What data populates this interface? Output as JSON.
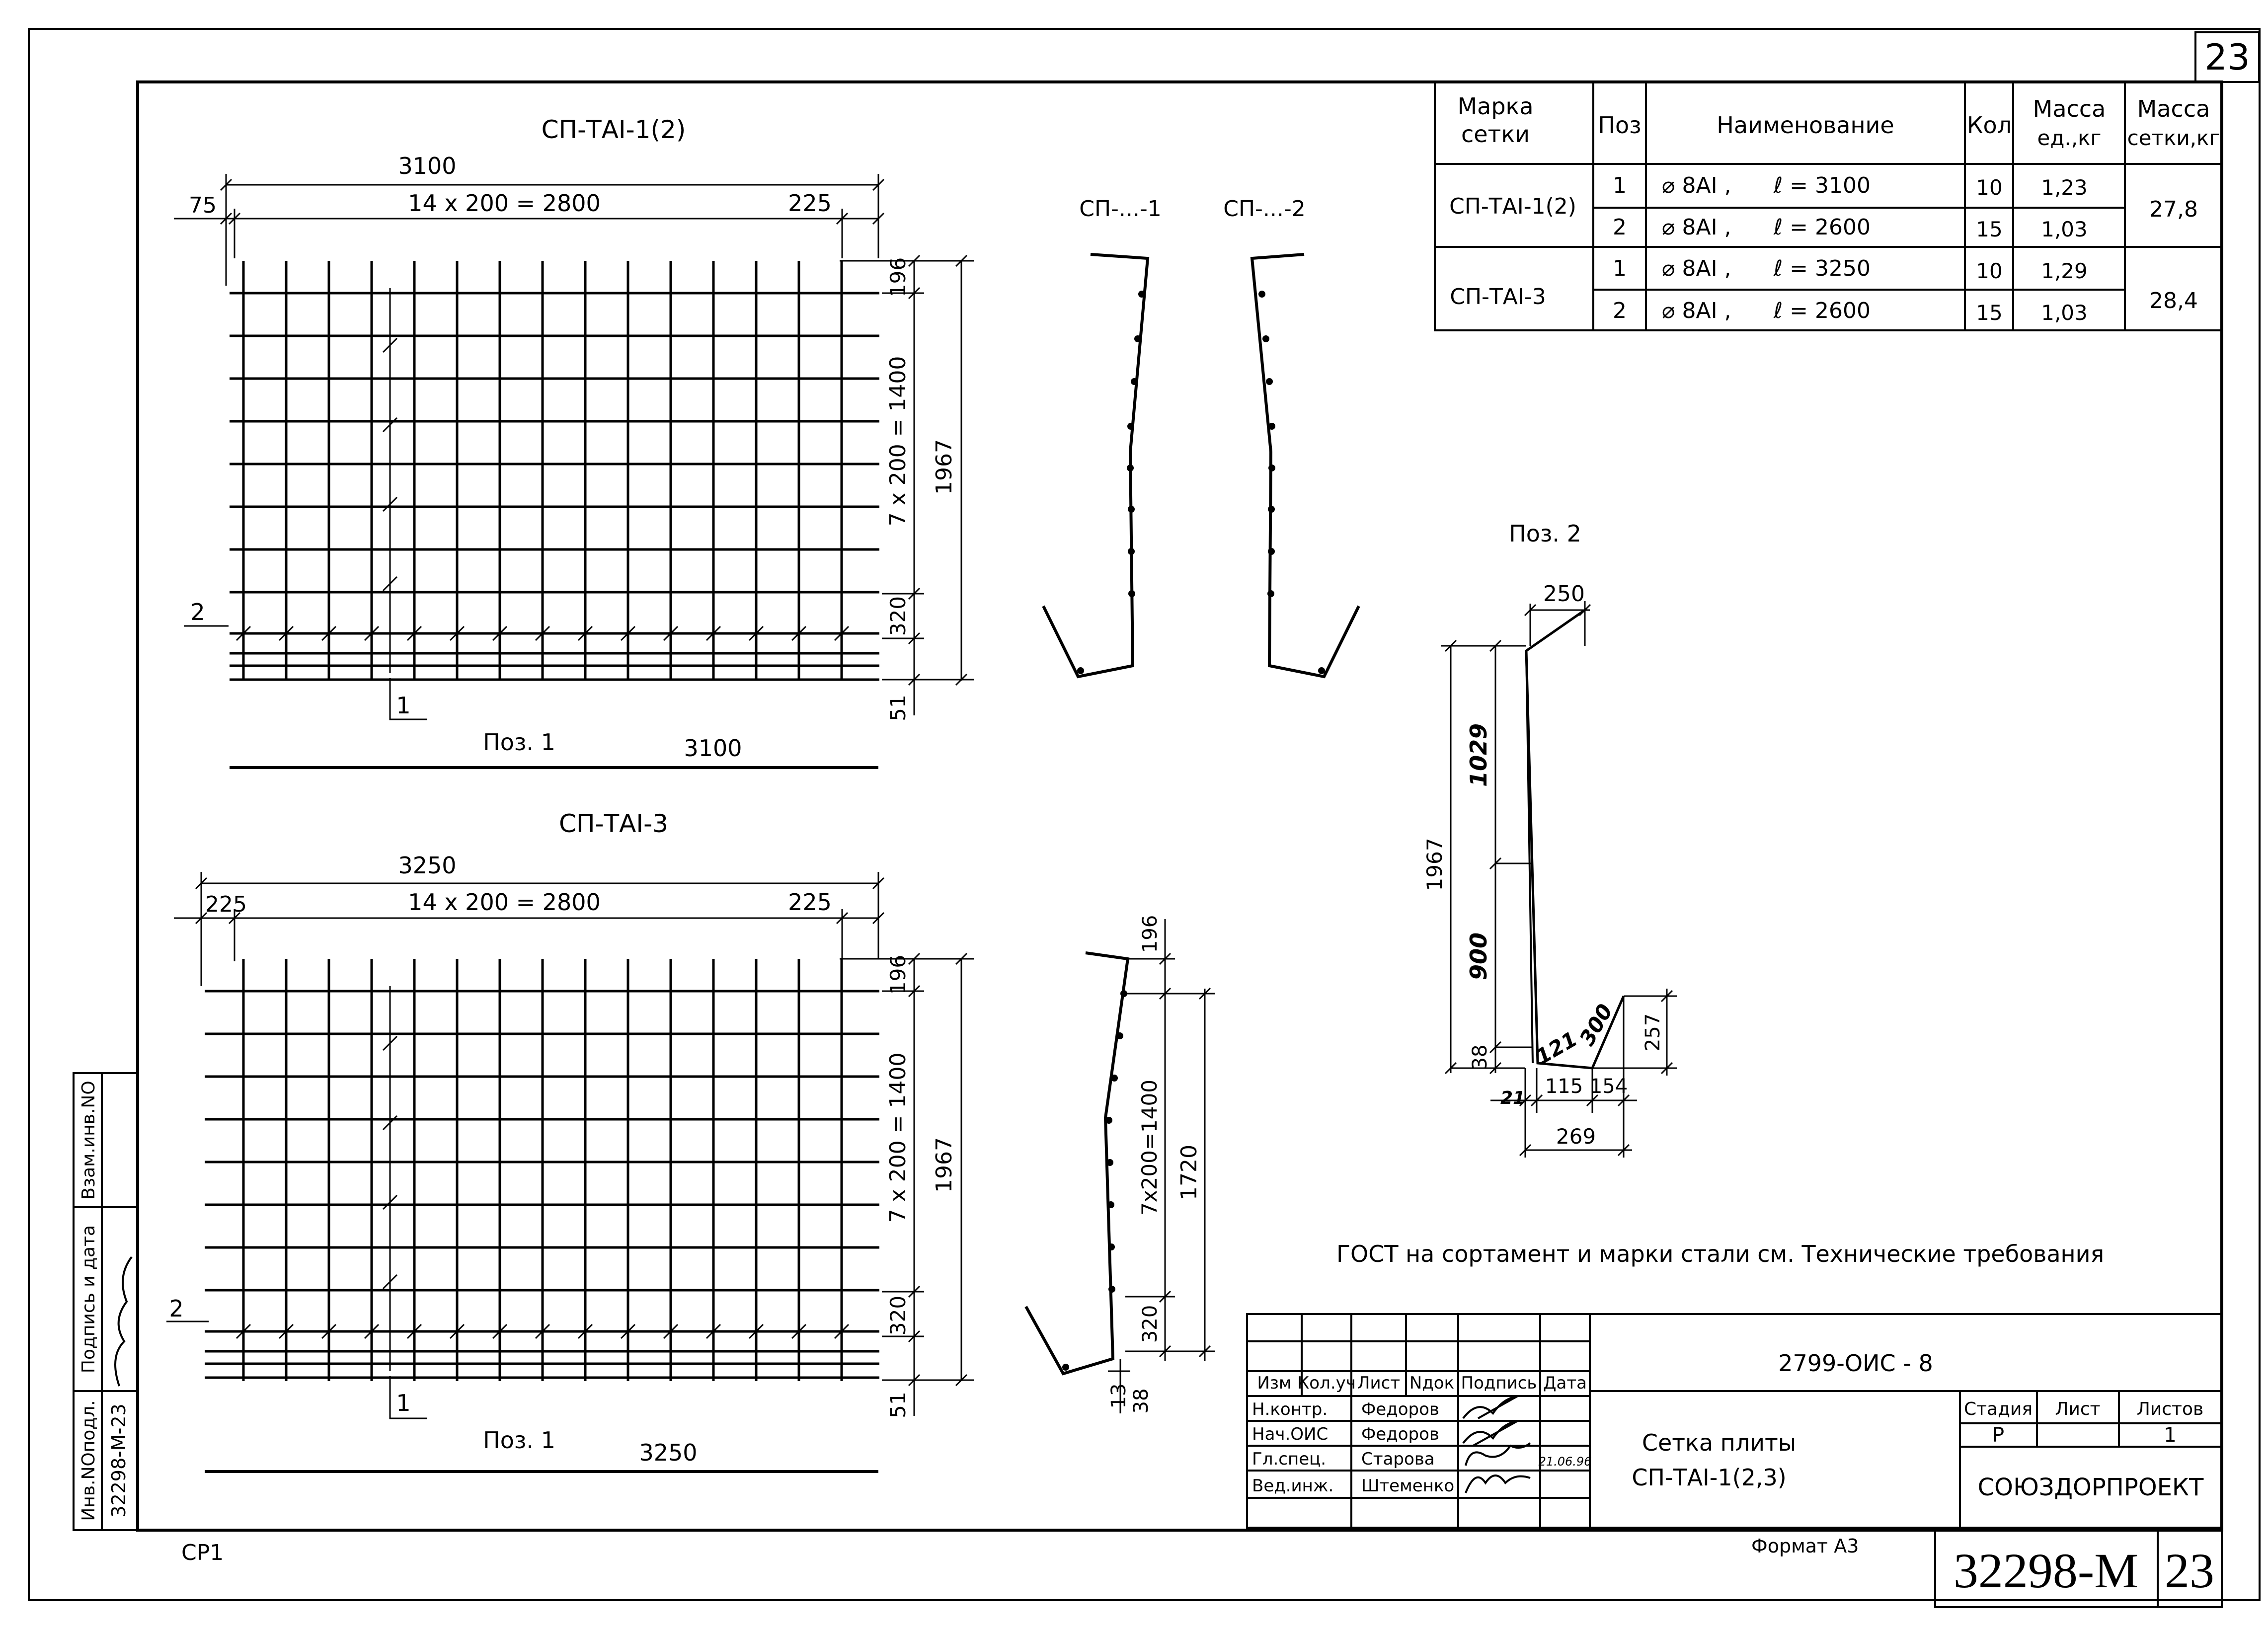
{
  "sheet": {
    "page_number": "23",
    "format_label": "Формат А3",
    "sheet_code": "СР1",
    "doc_number_big": "32298-М",
    "doc_sheet_big": "23"
  },
  "specification": {
    "headers": {
      "mark": [
        "Марка",
        "сетки"
      ],
      "pos": "Поз",
      "name": "Наименование",
      "qty": "Кол",
      "unit_mass": [
        "Масса",
        "ед.,кг"
      ],
      "net_mass": [
        "Масса",
        "сетки,кг"
      ]
    },
    "groups": [
      {
        "mark": "СП-ТАI-1(2)",
        "net_mass": "27,8",
        "rows": [
          {
            "pos": "1",
            "dia": "⌀ 8АI ,",
            "len": "ℓ = 3100",
            "qty": "10",
            "unit_mass": "1,23"
          },
          {
            "pos": "2",
            "dia": "⌀ 8АI ,",
            "len": "ℓ = 2600",
            "qty": "15",
            "unit_mass": "1,03"
          }
        ]
      },
      {
        "mark": "СП-ТАI-3",
        "net_mass": "28,4",
        "rows": [
          {
            "pos": "1",
            "dia": "⌀ 8АI ,",
            "len": "ℓ = 3250",
            "qty": "10",
            "unit_mass": "1,29"
          },
          {
            "pos": "2",
            "dia": "⌀ 8АI ,",
            "len": "ℓ = 2600",
            "qty": "15",
            "unit_mass": "1,03"
          }
        ]
      }
    ]
  },
  "mesh1": {
    "title": "СП-ТАI-1(2)",
    "dim_total": "3100",
    "dim_left": "75",
    "dim_mid": "14 x 200 = 2800",
    "dim_right": "225",
    "dim_v_top": "196",
    "dim_v_mid": "7 x 200 = 1400",
    "dim_v_total": "1967",
    "dim_v_low": "320",
    "dim_v_bottom": "51",
    "mark_pos2": "2",
    "mark_pos1": "1",
    "pos_label": "Поз. 1",
    "bar_length": "3100"
  },
  "mesh2": {
    "title": "СП-ТАI-3",
    "dim_total": "3250",
    "dim_left": "225",
    "dim_mid": "14 x 200 = 2800",
    "dim_right": "225",
    "dim_v_top": "196",
    "dim_v_mid": "7 x 200 = 1400",
    "dim_v_total": "1967",
    "dim_v_low": "320",
    "dim_v_bottom": "51",
    "mark_pos2": "2",
    "mark_pos1": "1",
    "pos_label": "Поз. 1",
    "bar_length": "3250"
  },
  "sections": {
    "label1": "СП-...-1",
    "label2": "СП-...-2",
    "s3_dim_top": "196",
    "s3_dim_mid": "7x200=1400",
    "s3_dim_total": "1720",
    "s3_dim_low": "320",
    "s3_dim_13": "13",
    "s3_dim_38": "38"
  },
  "pos2": {
    "title": "Поз. 2",
    "d250": "250",
    "d1029": "1029",
    "d1967": "1967",
    "d900": "900",
    "d38": "38",
    "d121": "121",
    "d300": "300",
    "d257": "257",
    "d21": "21",
    "d115": "115",
    "d154": "154",
    "d269": "269"
  },
  "note": "ГОСТ на сортамент и марки стали см. Технические требования",
  "stamp": {
    "doc_code": "2799-ОИС - 8",
    "title_line1": "Сетка плиты",
    "title_line2": "СП-ТАI-1(2,3)",
    "col_headers": [
      "Изм",
      "Кол.уч",
      "Лист",
      "Nдок",
      "Подпись",
      "Дата"
    ],
    "people": [
      {
        "role": "Н.контр.",
        "name": "Федоров"
      },
      {
        "role": "Нач.ОИС",
        "name": "Федоров"
      },
      {
        "role": "Гл.спец.",
        "name": "Старова"
      },
      {
        "role": "Вед.инж.",
        "name": "Штеменко"
      }
    ],
    "date_note": "21.06.96",
    "stage_label": "Стадия",
    "sheet_label": "Лист",
    "sheets_label": "Листов",
    "stage_value": "Р",
    "sheets_value": "1",
    "org": "СОЮЗДОРПРОЕКТ"
  },
  "left_strip": {
    "inv": "Инв.NОподл.",
    "inv_val": "32298-М-23",
    "sign": "Подпись и дата",
    "vzam": "Взам.инв.NО"
  }
}
